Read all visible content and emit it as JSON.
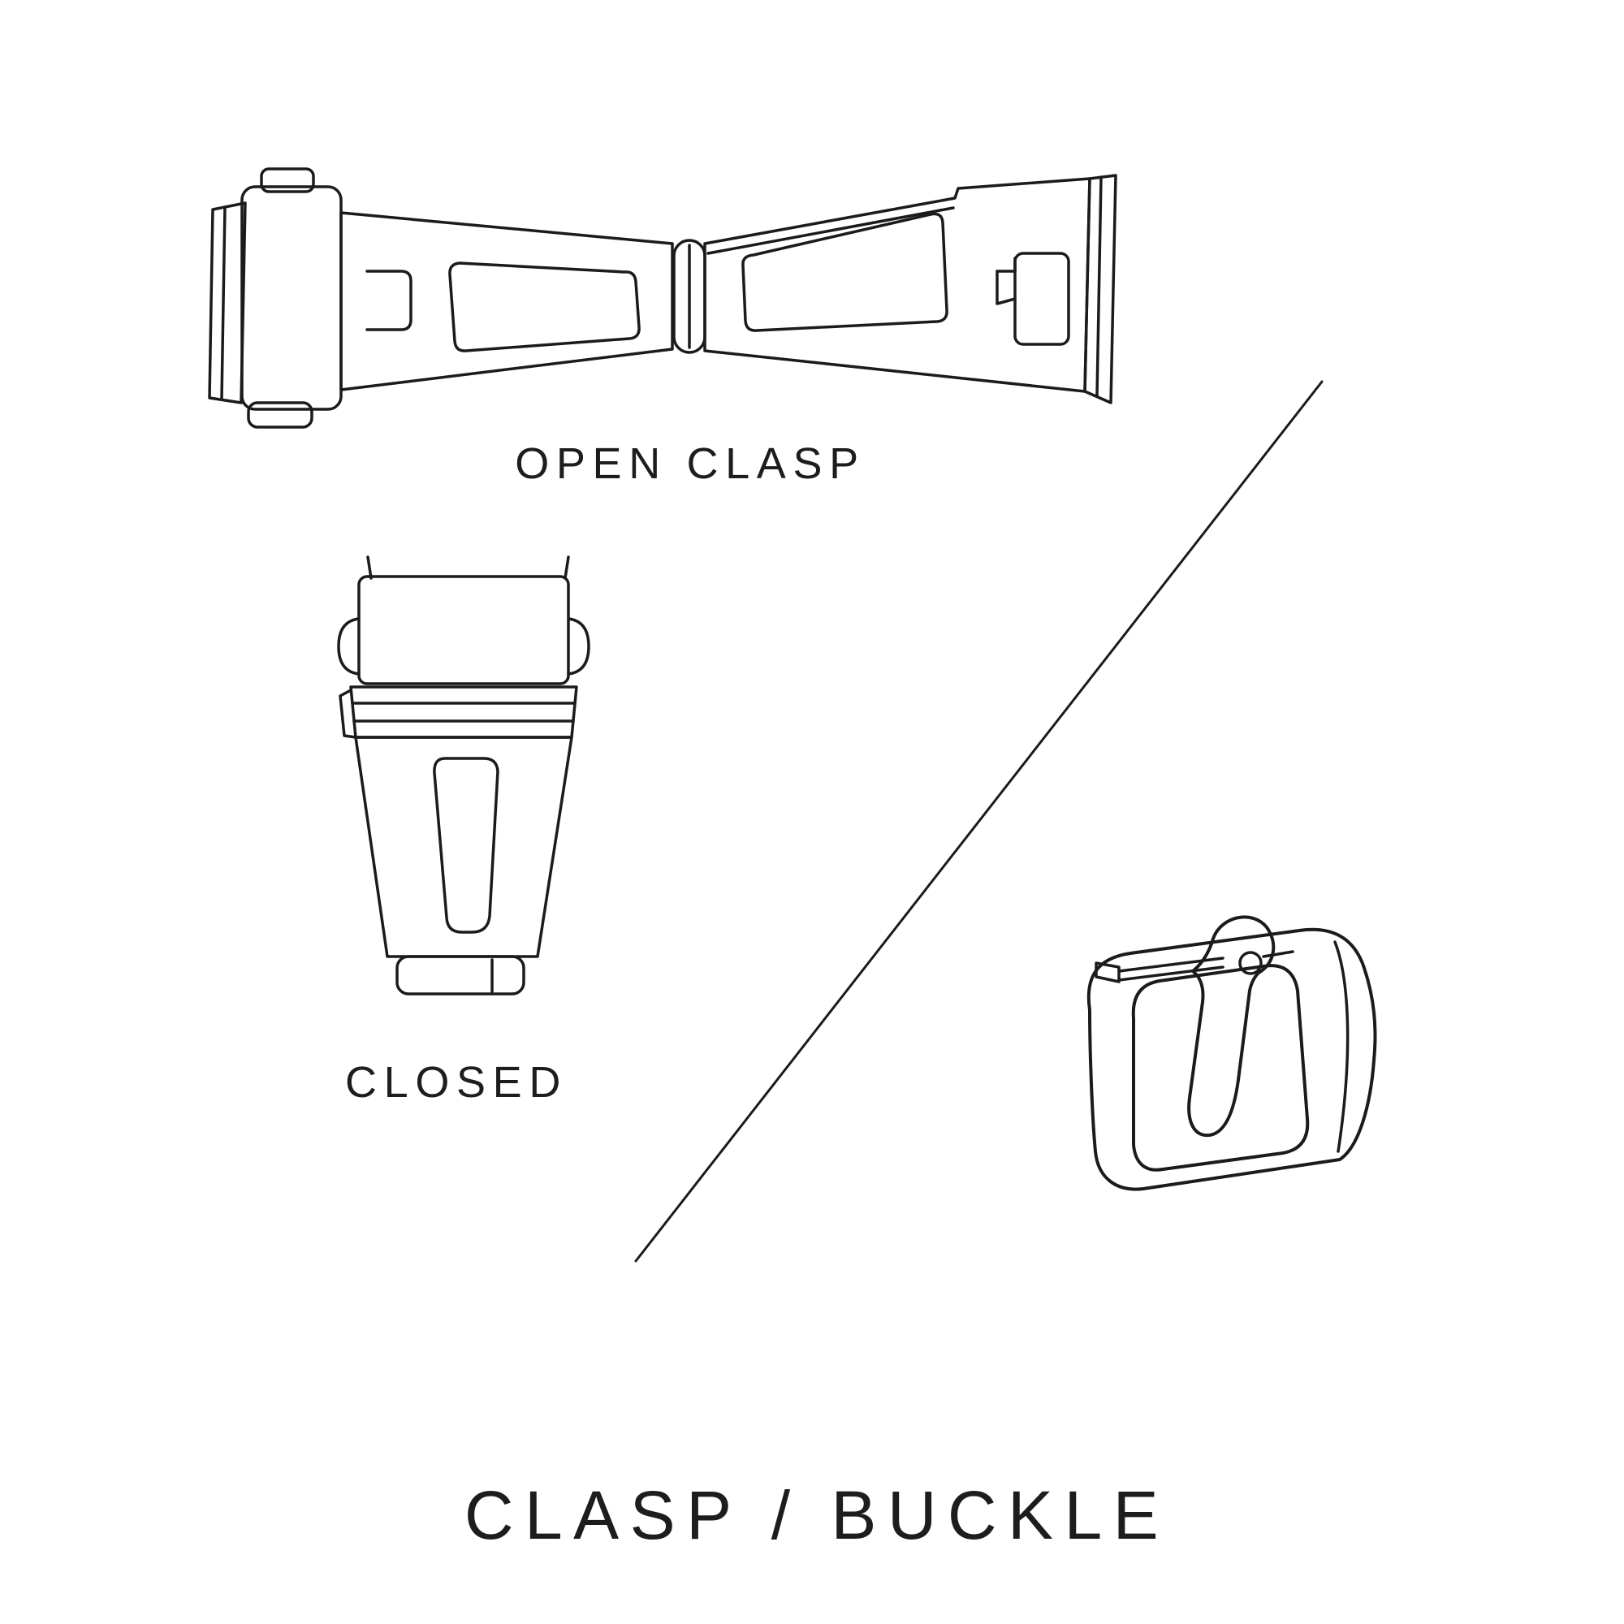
{
  "page": {
    "title": "CLASP / BUCKLE",
    "colors": {
      "background": "#ffffff",
      "line": "#1b1b1b",
      "text": "#1d1d1d"
    }
  },
  "figures": {
    "open_clasp": {
      "caption": "OPEN CLASP",
      "icon": "open-deployant-clasp-line-art"
    },
    "closed_clasp": {
      "caption": "CLOSED",
      "icon": "closed-deployant-clasp-line-art"
    },
    "pin_buckle": {
      "icon": "pin-buckle-line-art"
    }
  },
  "divider": {
    "icon": "diagonal-divider-line"
  }
}
